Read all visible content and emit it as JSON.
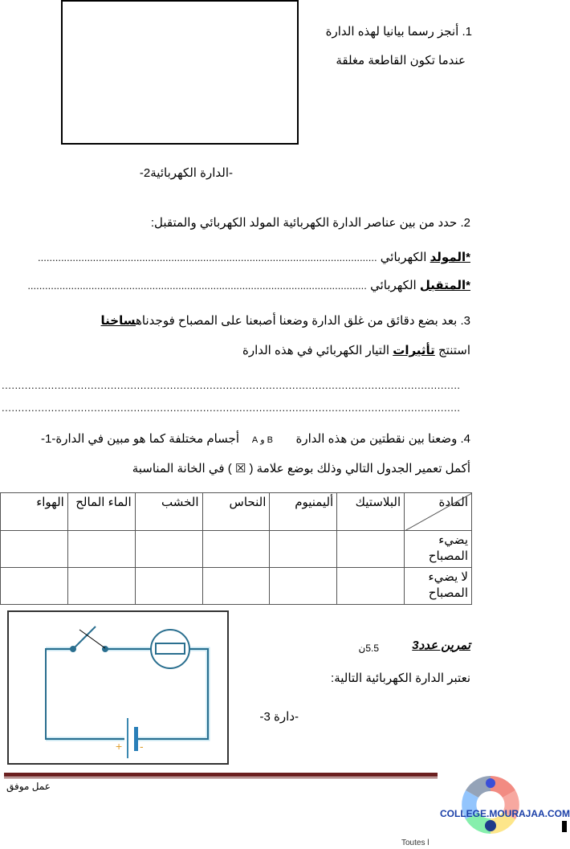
{
  "question1": {
    "line1": "1. أنجز رسما بيانيا لهذه الدارة",
    "line2": "عندما تكون القاطعة مغلقة"
  },
  "circuit2_caption": "-الدارة الكهربائية2-",
  "question2": {
    "prompt": "2. حدد من بين عناصر الدارة الكهربائية المولد الكهربائي والمتقبل:",
    "generator_bold": "*المولد",
    "generator_rest": " الكهربائي ",
    "receiver_bold": "*المتقبل",
    "receiver_rest": " الكهربائي ",
    "dots": "....................................................................................................................."
  },
  "question3": {
    "line1_text": "3. بعد بضع دقائق من غلق الدارة وضعنا أصبعنا على المصباح فوجدناه",
    "line1_bold": "ساخنا",
    "line2_pre": "استنتج ",
    "line2_bold": "تأثيرات",
    "line2_post": " التيار الكهربائي في هذه الدارة",
    "answer_dots": "..........................................................................................................................................."
  },
  "question4": {
    "line1_part1": "4. وضعنا بين نقطتين من هذه الدارة",
    "points": "B و A",
    "line1_part2": "أجسام مختلفة كما هو مبين في الدارة-1-",
    "line2": "أكمل تعمير الجدول التالي وذلك بوضع علامة (  ☒  ) في الخانة المناسبة"
  },
  "table": {
    "corner_label": "المادة",
    "columns": [
      "البلاستيك",
      "أليمنيوم",
      "النحاس",
      "الخشب",
      "الماء المالح",
      "الهواء"
    ],
    "rows": [
      {
        "label_line1": "يضيء",
        "label_line2": "المصباح"
      },
      {
        "label_line1": "لا يضيء",
        "label_line2": "المصباح"
      }
    ]
  },
  "exercise3": {
    "title": "تمرين عدد3",
    "points": "5.5ن",
    "prompt": "نعتبر الدارة الكهربائية التالية:",
    "caption": "-دارة 3-"
  },
  "footer": {
    "author": "عمل موفق",
    "website": "COLLEGE.MOURAJAA.COM",
    "toutes": "Toutes l",
    "accent_color": "#6b1f1f"
  },
  "circuit3": {
    "wire_color": "#2a6f8f",
    "plus": "+",
    "minus": "-"
  }
}
